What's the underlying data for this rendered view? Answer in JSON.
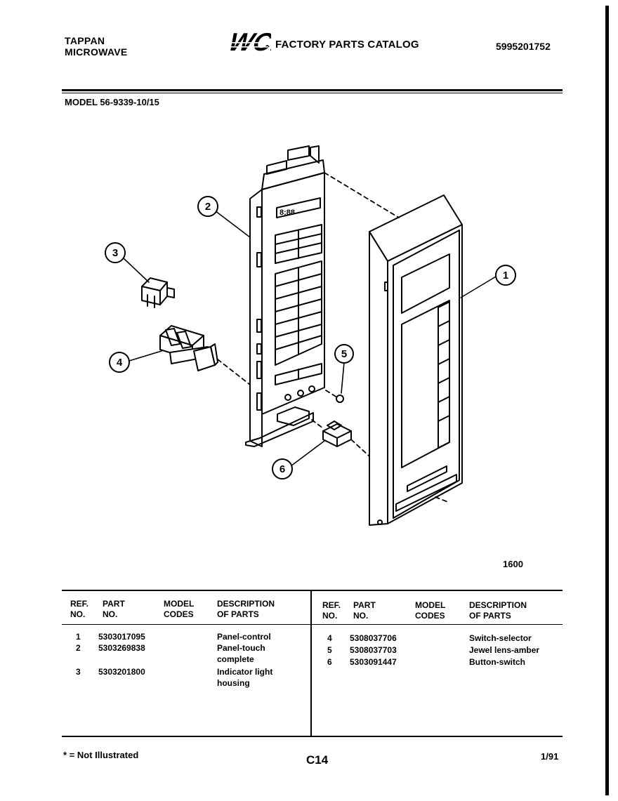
{
  "header": {
    "brand_line1": "TAPPAN",
    "brand_line2": "MICROWAVE",
    "logo_text": "WCI",
    "catalog_title": "FACTORY PARTS CATALOG",
    "catalog_number": "5995201752",
    "model_label": "MODEL 56-9339-10/15"
  },
  "diagram": {
    "callouts": [
      "1",
      "2",
      "3",
      "4",
      "5",
      "6"
    ],
    "figure_number": "1600"
  },
  "table": {
    "headers": {
      "ref_no": "REF.\nNO.",
      "part_no": "PART\nNO.",
      "model_codes": "MODEL\nCODES",
      "description": "DESCRIPTION\nOF PARTS"
    },
    "left_rows": [
      {
        "ref": "1",
        "part": "5303017095",
        "desc": "Panel-control"
      },
      {
        "ref": "2",
        "part": "5303269838",
        "desc": "Panel-touch complete"
      },
      {
        "ref": "3",
        "part": "5303201800",
        "desc": "Indicator light housing"
      }
    ],
    "right_rows": [
      {
        "ref": "4",
        "part": "5308037706",
        "desc": "Switch-selector"
      },
      {
        "ref": "5",
        "part": "5308037703",
        "desc": "Jewel lens-amber"
      },
      {
        "ref": "6",
        "part": "5303091447",
        "desc": "Button-switch"
      }
    ]
  },
  "footer": {
    "note": "* = Not Illustrated",
    "page": "C14",
    "date": "1/91"
  }
}
